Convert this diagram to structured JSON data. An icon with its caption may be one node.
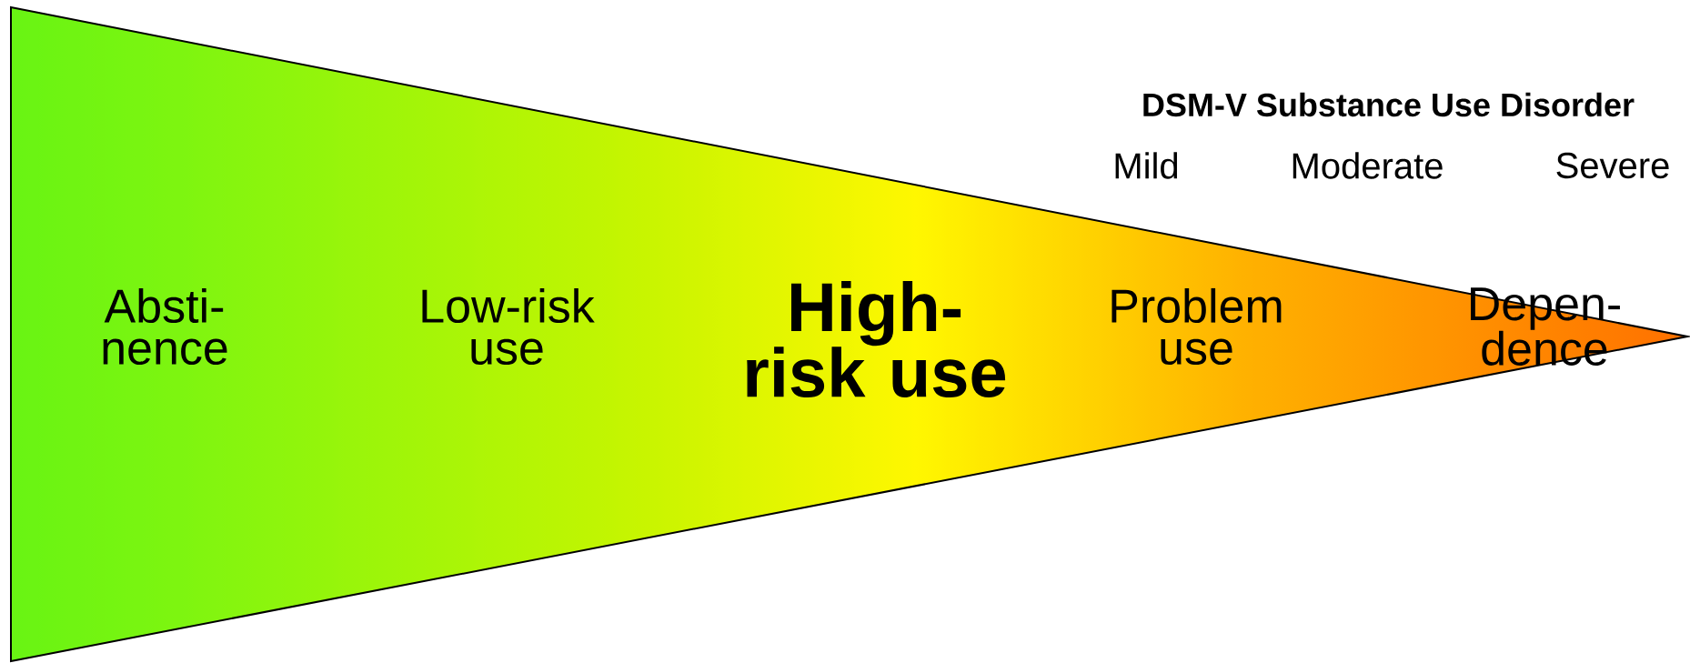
{
  "diagram": {
    "nodes": [
      {
        "text": [
          "Absti- nence",
          "Low-risk use",
          "High-risk use",
          "Problem use",
          "Depen- dence"
        ]
      }
    ],
    "labels": [
      "DSM-V Substance Use Disorder",
      "Mild",
      "Moderate",
      "Severe"
    ]
  }
}
